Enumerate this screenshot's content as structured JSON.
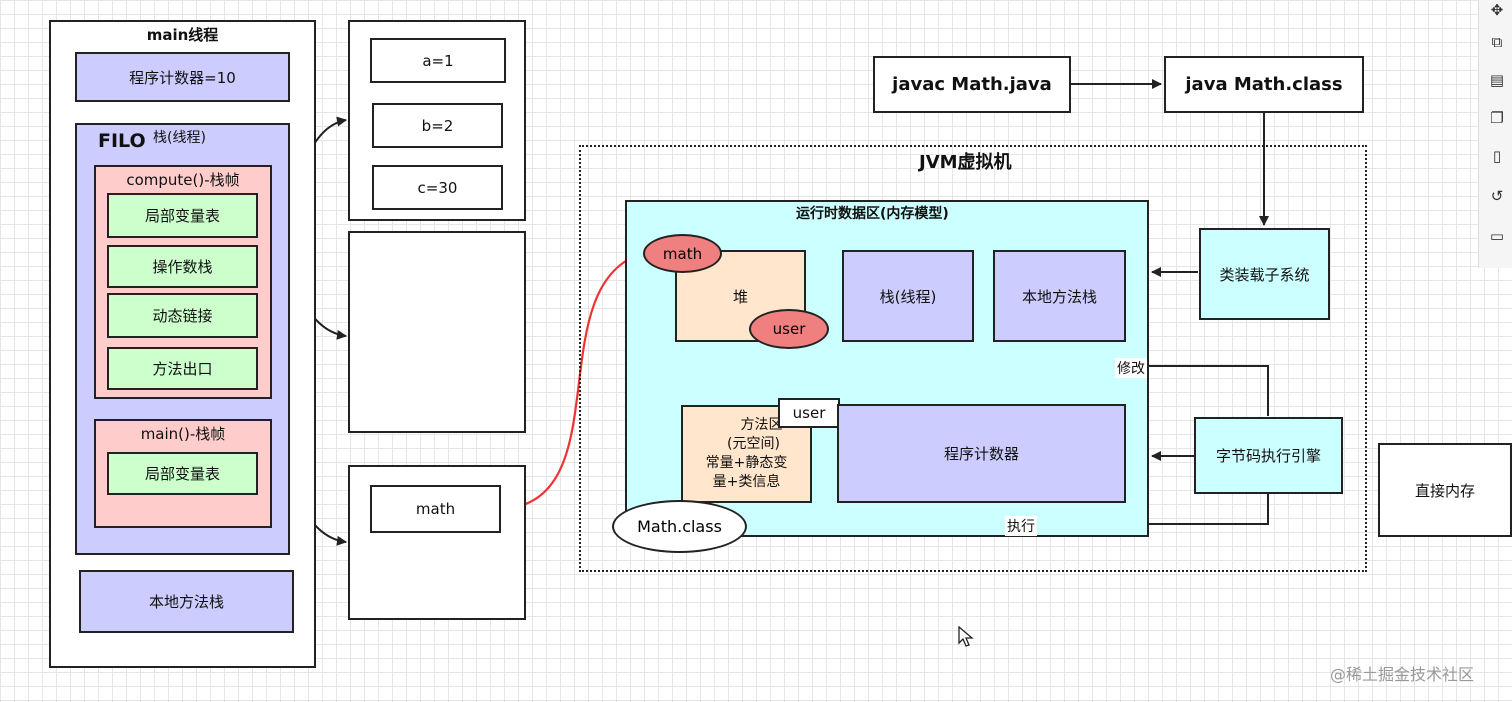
{
  "main_thread": {
    "title": "main线程",
    "pc": "程序计数器=10",
    "stack_filo": "FILO",
    "stack_title": "栈(线程)",
    "compute_frame": {
      "title": "compute()-栈帧",
      "items": [
        "局部变量表",
        "操作数栈",
        "动态链接",
        "方法出口"
      ]
    },
    "main_frame": {
      "title": "main()-栈帧",
      "items": [
        "局部变量表"
      ]
    },
    "native_stack": "本地方法栈"
  },
  "locals": [
    "a=1",
    "b=2",
    "c=30"
  ],
  "math_ref": "math",
  "compile": {
    "javac": "javac Math.java",
    "java": "java Math.class"
  },
  "jvm": {
    "title": "JVM虚拟机",
    "runtime_title": "运行时数据区(内存模型)",
    "heap": "堆",
    "heap_obj_math": "math",
    "heap_obj_user": "user",
    "stack": "栈(线程)",
    "native_stack": "本地方法栈",
    "method_area": [
      "方法区",
      "(元空间)",
      "常量+静态变",
      "量+类信息"
    ],
    "user_label": "user",
    "pc": "程序计数器",
    "math_class": "Math.class"
  },
  "class_loader": "类装载子系统",
  "engine": "字节码执行引擎",
  "edge_modify": "修改",
  "edge_exec": "执行",
  "direct_memory": "直接内存",
  "watermark": "@稀土掘金技术社区",
  "toolbar_icons": [
    "move-icon",
    "format-icon",
    "layers-icon",
    "copy-icon",
    "page-icon",
    "history-icon",
    "comment-icon"
  ]
}
